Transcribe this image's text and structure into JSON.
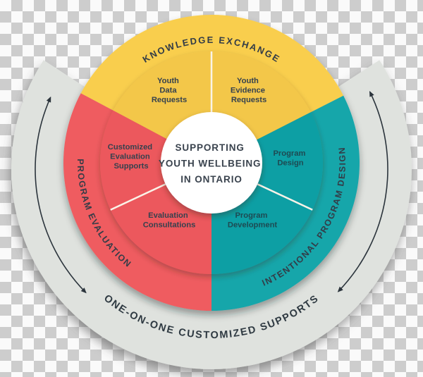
{
  "center": {
    "lines": [
      "SUPPORTING",
      "YOUTH WELLBEING",
      "IN ONTARIO"
    ]
  },
  "curved_labels": {
    "top": "KNOWLEDGE EXCHANGE",
    "left": "PROGRAM EVALUATION",
    "right": "INTENTIONAL PROGRAM DESIGN",
    "bottom": "ONE-ON-ONE CUSTOMIZED SUPPORTS"
  },
  "segments": {
    "youth_data": {
      "lines": [
        "Youth",
        "Data",
        "Requests"
      ]
    },
    "youth_evidence": {
      "lines": [
        "Youth",
        "Evidence",
        "Requests"
      ]
    },
    "program_design": {
      "lines": [
        "Program",
        "Design"
      ]
    },
    "program_development": {
      "lines": [
        "Program",
        "Development"
      ]
    },
    "evaluation_consultations": {
      "lines": [
        "Evaluation",
        "Consultations"
      ]
    },
    "customized_supports": {
      "lines": [
        "Customized",
        "Evaluation",
        "Supports"
      ]
    }
  },
  "colors": {
    "yellow": "#F9CE4D",
    "yellow_inner": "#F3C74A",
    "red": "#EF5C60",
    "red_inner": "#EC595D",
    "teal": "#17A6AA",
    "teal_inner": "#0F9FA4",
    "ring_gray": "#DFE2DE",
    "divider": "#FAF3E8",
    "arrow": "#2B343C",
    "text_dark": "#333C47",
    "center_text": "#3A434E"
  }
}
